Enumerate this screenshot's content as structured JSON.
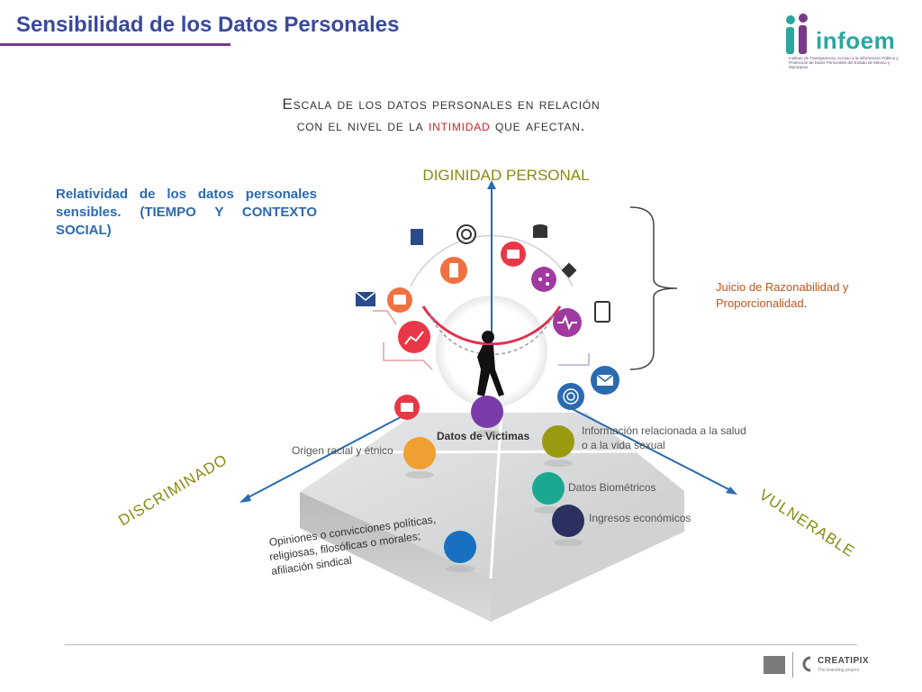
{
  "header": {
    "title": "Sensibilidad de los Datos Personales"
  },
  "logo": {
    "word": "infoem",
    "subtitle": "Instituto de Transparencia, Acceso a la Información Pública y Protección de Datos Personales del Estado de México y Municipios"
  },
  "subtitle": {
    "line1": "Escala de los datos personales en relación",
    "line2_before": "con el nivel de la",
    "line2_highlight": "intimidad",
    "line2_after": "que afectan."
  },
  "side_note": {
    "text": "Relatividad de los datos personales sensibles. (TIEMPO Y CONTEXTO SOCIAL)"
  },
  "juicio": {
    "text": "Juicio de Razonabilidad y Proporcionalidad",
    "dot": "."
  },
  "axes": {
    "top": "DIGINIDAD PERSONAL",
    "left": "DISCRIMINADO",
    "right": "VULNERABLE"
  },
  "labels": {
    "victimas": "Datos de Victimas",
    "origen": "Origen racial y étnico",
    "salud_line1": "Información relacionada a la salud",
    "salud_line2": "o a la vida sexual",
    "biometricos": "Datos Biométricos",
    "ingresos": "Ingresos económicos",
    "opiniones_line1": "Opiniones o convicciones políticas,",
    "opiniones_line2": "religiosas, filosóficas o morales;",
    "opiniones_line3": "afiliación sindical"
  },
  "colors": {
    "title": "#3a4a9a",
    "title_rule": "#7a3a8a",
    "axis_label": "#8a8a10",
    "axis_arrow": "#2a6ab0",
    "dot_victimas": "#7a3aa8",
    "dot_origen": "#f0a030",
    "dot_salud": "#9a9a10",
    "dot_biometricos": "#1aa890",
    "dot_ingresos": "#2a3060",
    "dot_opiniones": "#1a70c0"
  },
  "footer": {
    "brand": "CREATIPIX",
    "tagline": "The branding project"
  }
}
